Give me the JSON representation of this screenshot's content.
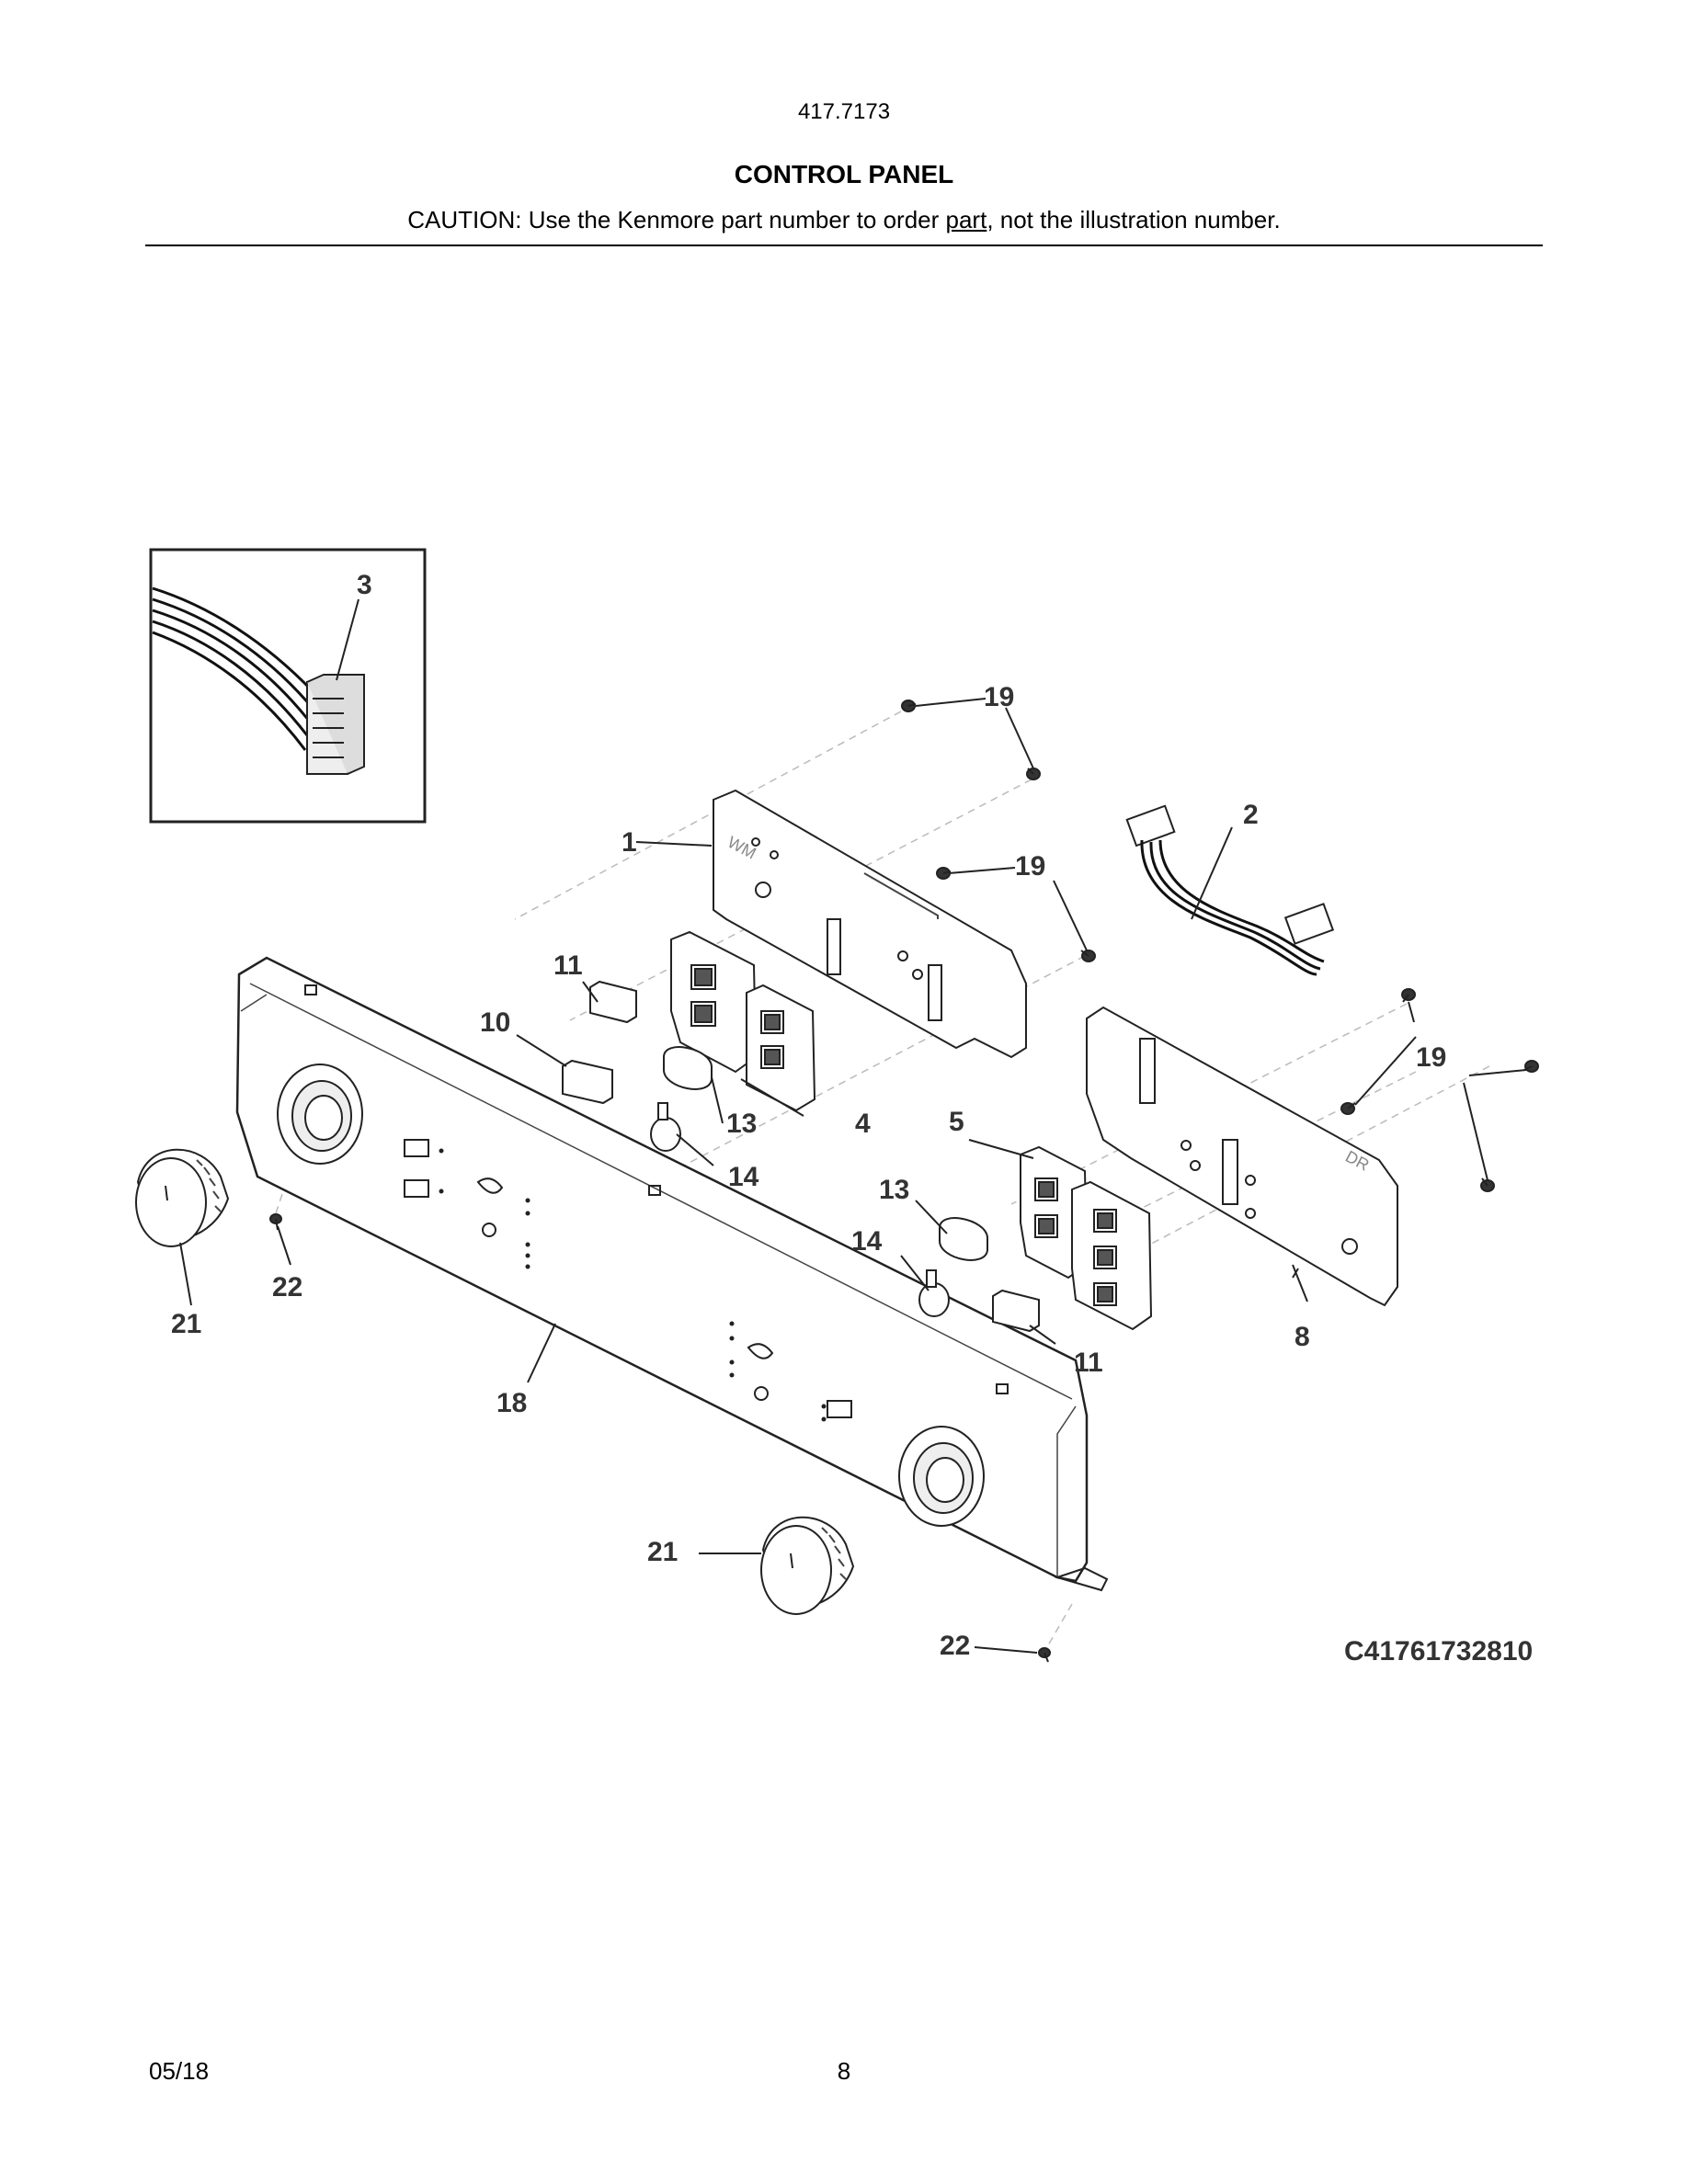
{
  "header": {
    "model_number": "417.7173",
    "title": "CONTROL PANEL",
    "caution_prefix": "CAUTION: Use the Kenmore part number to order ",
    "caution_underlined": "part",
    "caution_suffix": ", not the illustration number."
  },
  "diagram": {
    "code": "C41761732810",
    "callouts": [
      "1",
      "2",
      "3",
      "4",
      "5",
      "8",
      "10",
      "11",
      "11",
      "13",
      "13",
      "14",
      "14",
      "18",
      "19",
      "19",
      "19",
      "21",
      "21",
      "22",
      "22"
    ]
  },
  "footer": {
    "date": "05/18",
    "page": "8"
  }
}
